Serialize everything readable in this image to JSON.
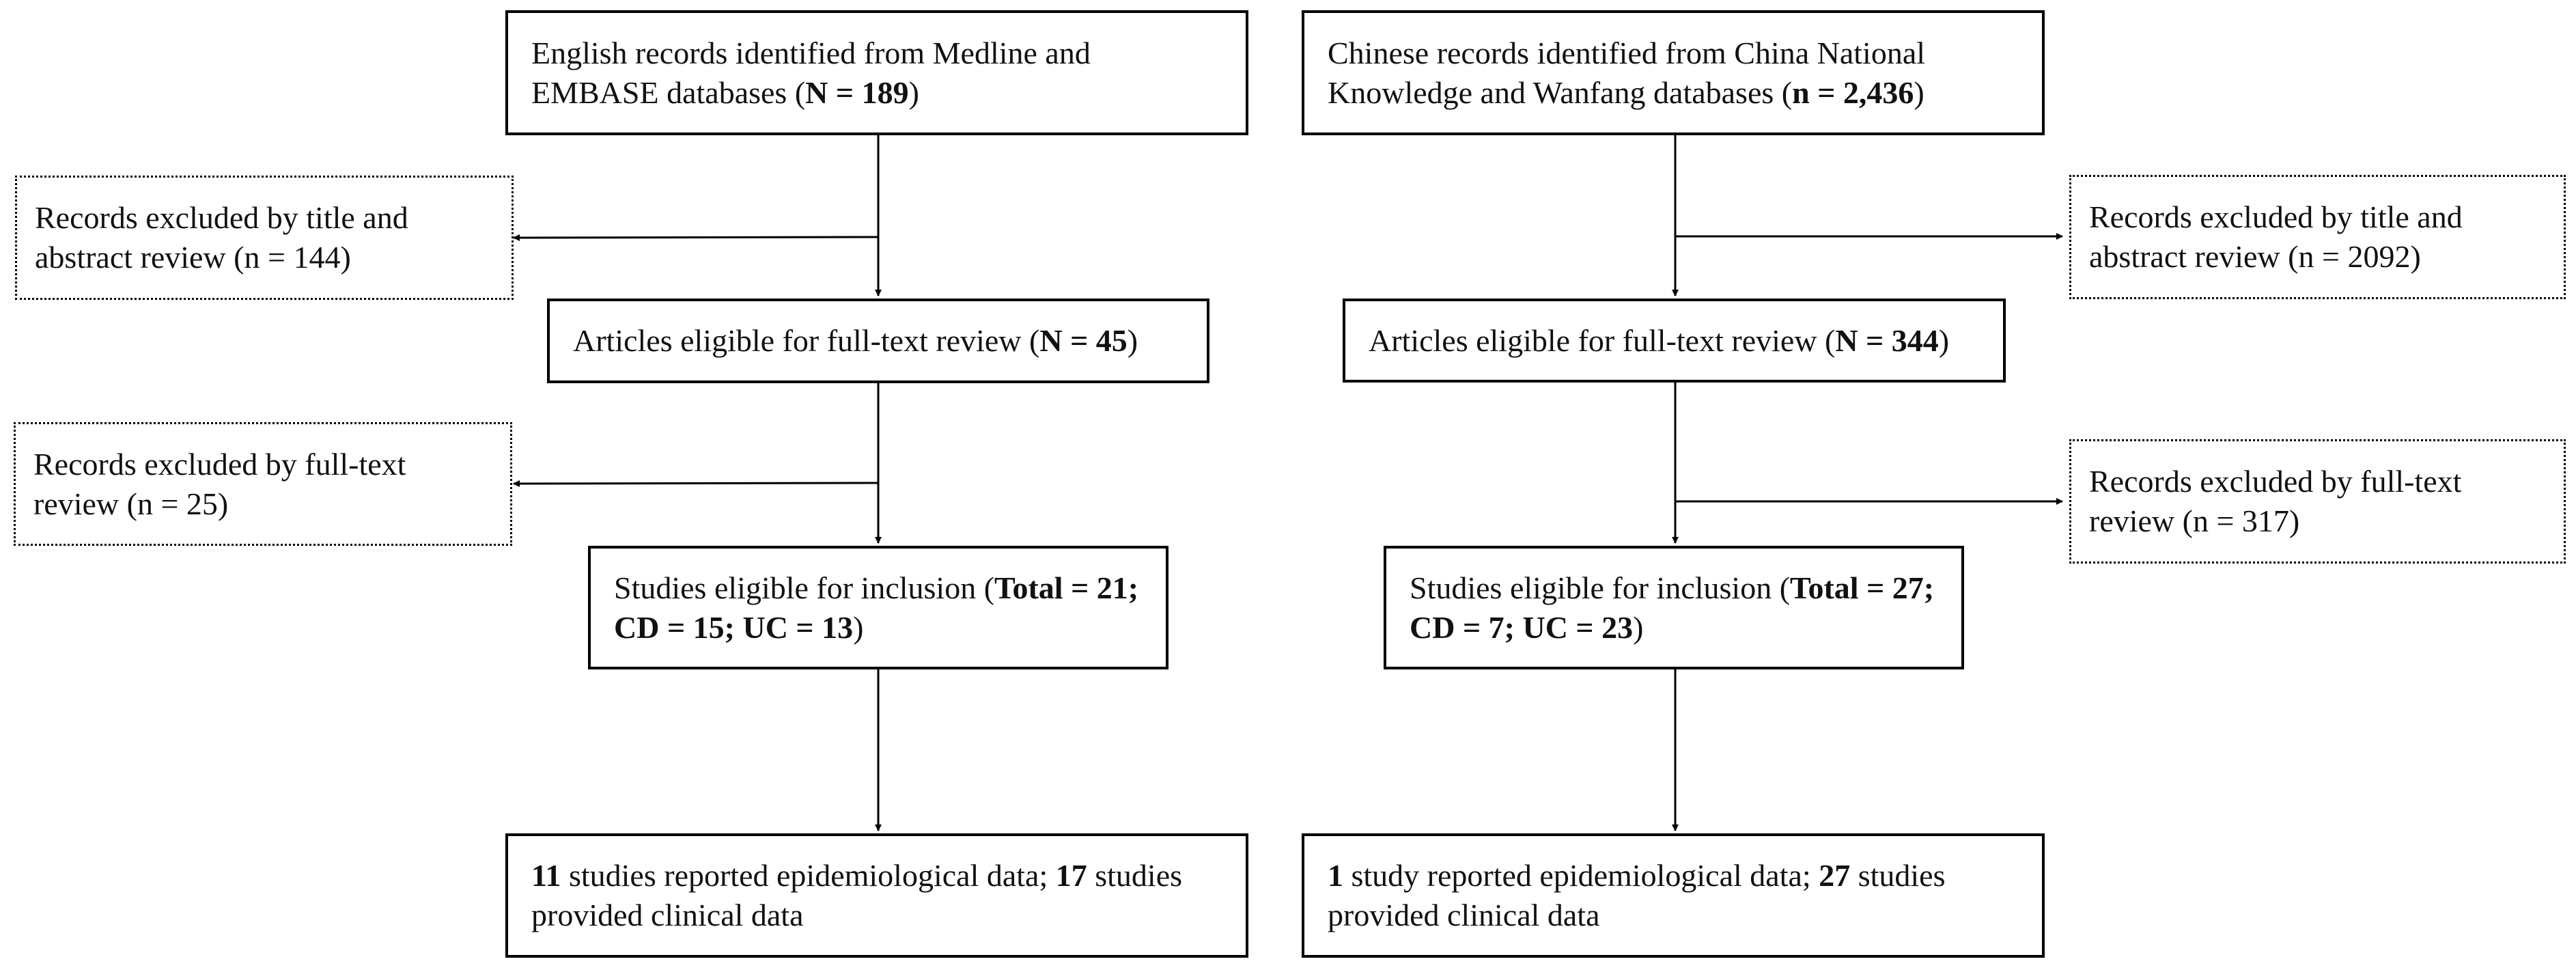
{
  "flowchart": {
    "english": {
      "identified": {
        "pre": "English records identified from Medline and EMBASE databases (",
        "bold": "N = 189",
        "post": ")"
      },
      "excluded_title_abstract": "Records excluded by title and abstract review (n = 144)",
      "eligible_fulltext": {
        "pre": "Articles eligible for full-text review (",
        "bold": "N = 45",
        "post": ")"
      },
      "excluded_fulltext": "Records excluded by full-text review (n = 25)",
      "inclusion": {
        "pre": "Studies eligible for inclusion (",
        "bold": "Total = 21; CD = 15; UC = 13",
        "post": ")"
      },
      "reported": {
        "b1": "11",
        "t1": " studies reported epidemiological data; ",
        "b2": "17",
        "t2": " studies provided clinical data"
      }
    },
    "chinese": {
      "identified": {
        "pre": "Chinese records identified from China National Knowledge and Wanfang databases (",
        "bold": "n = 2,436",
        "post": ")"
      },
      "excluded_title_abstract": "Records excluded by title and abstract review (n = 2092)",
      "eligible_fulltext": {
        "pre": "Articles eligible for full-text review (",
        "bold": "N = 344",
        "post": ")"
      },
      "excluded_fulltext": "Records excluded by full-text review (n = 317)",
      "inclusion": {
        "pre": "Studies eligible for inclusion (",
        "bold": "Total = 27; CD = 7; UC = 23",
        "post": ")"
      },
      "reported": {
        "b1": "1",
        "t1": " study reported epidemiological data; ",
        "b2": "27",
        "t2": " studies provided clinical data"
      }
    }
  }
}
